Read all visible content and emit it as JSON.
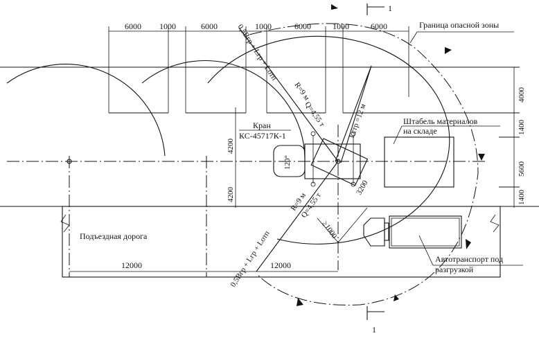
{
  "dimensions_top": [
    "6000",
    "1000",
    "6000",
    "1000",
    "6000",
    "1000",
    "6000"
  ],
  "dimensions_right": [
    "4000",
    "1400",
    "5600",
    "1400"
  ],
  "dimensions_left": [
    "4200",
    "4200"
  ],
  "dimensions_bottom": [
    "12000",
    "12000"
  ],
  "labels": {
    "danger_zone": "Граница опасной зоны",
    "stack_line1": "Штабель материалов",
    "stack_line2": "на складе",
    "crane_line1": "Кран",
    "crane_line2": "КС-45717К-1",
    "road": "Подъездная дорога",
    "truck_line1": "Автотранспорт под",
    "truck_line2": "разгрузкой",
    "formula_top": "0,5Bгр + Lгр + Lотп",
    "r_top": "R=9 м",
    "q_top": "Q=4,55 т",
    "boom": "Lстр =12 м",
    "angle": "120°",
    "dim_3200": "3200",
    "dim_1000": "≥1000",
    "r_bottom": "R=9 м",
    "q_bottom": "Q=4,55 т",
    "formula_bottom": "0,5Bгр + Lгр + Lотп",
    "section_top": "1",
    "section_bottom": "1"
  }
}
